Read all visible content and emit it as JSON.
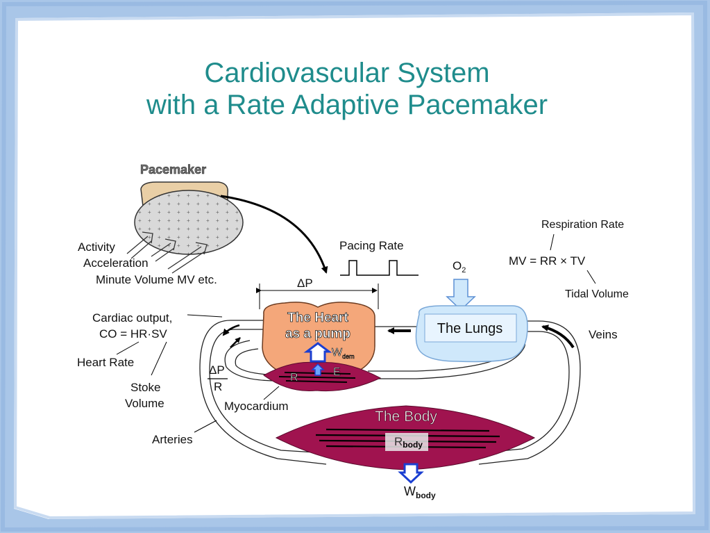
{
  "title": {
    "line1": "Cardiovascular System",
    "line2": "with a Rate Adaptive Pacemaker"
  },
  "colors": {
    "title": "#1f8c8c",
    "frame": "#a9c6e8",
    "heart": "#f4a77a",
    "lungs": "#cfe8fb",
    "muscle": "#a0134f",
    "pacemaker_top": "#e9cfa6",
    "arrow_blue": "#1b3fd1"
  },
  "labels": {
    "pacemaker": "Pacemaker",
    "activity": "Activity",
    "acceleration": "Acceleration",
    "minute_volume": "Minute Volume MV etc.",
    "pacing_rate": "Pacing Rate",
    "delta_p": "ΔP",
    "o2_main": "O",
    "o2_sub": "2",
    "respiration_rate": "Respiration Rate",
    "mv_eq": "MV = RR × TV",
    "tidal_volume": "Tidal Volume",
    "cardiac_output": "Cardiac output,",
    "co_eq": "CO = HR·SV",
    "heart_rate": "Heart Rate",
    "stoke": "Stoke",
    "volume": "Volume",
    "dp_num": "ΔP",
    "dp_den": "R",
    "myocardium": "Myocardium",
    "arteries": "Arteries",
    "veins": "Veins",
    "heart_line1": "The Heart",
    "heart_line2": "as a pump",
    "w_dem_main": "W",
    "w_dem_sub": "dem",
    "e_label": "E",
    "r_label": "R",
    "lungs": "The Lungs",
    "body": "The Body",
    "r_body_main": "R",
    "r_body_sub": "body",
    "w_body_main": "W",
    "w_body_sub": "body"
  }
}
